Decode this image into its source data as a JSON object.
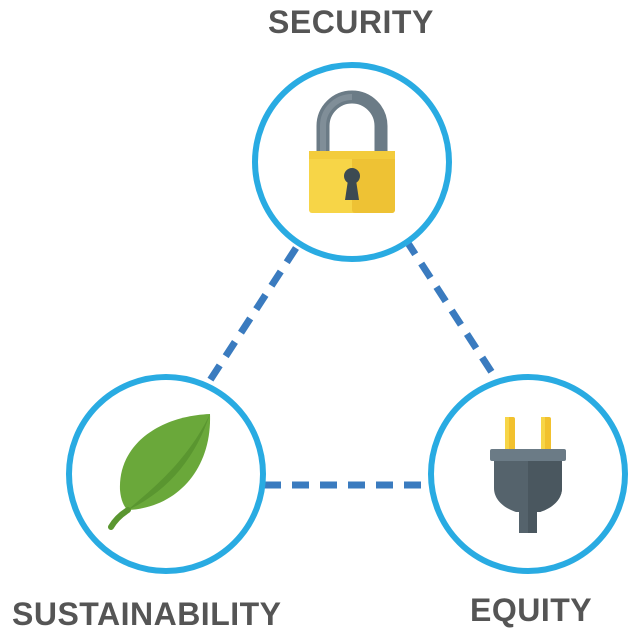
{
  "diagram": {
    "nodes": [
      {
        "id": "security",
        "label": "SECURITY",
        "icon": "padlock-icon"
      },
      {
        "id": "sustainability",
        "label": "SUSTAINABILITY",
        "icon": "leaf-icon"
      },
      {
        "id": "equity",
        "label": "EQUITY",
        "icon": "power-plug-icon"
      }
    ],
    "edges": [
      {
        "from": "security",
        "to": "sustainability",
        "style": "dashed"
      },
      {
        "from": "security",
        "to": "equity",
        "style": "dashed"
      },
      {
        "from": "sustainability",
        "to": "equity",
        "style": "dashed"
      }
    ]
  },
  "colors": {
    "circle_stroke": "#29abe2",
    "connector": "#3a7bbf",
    "label_text": "#555555",
    "lock_body": "#f7d547",
    "lock_shackle": "#6b7b86",
    "leaf": "#6aa83a",
    "plug_body": "#55636c",
    "plug_pins": "#f2c12e"
  }
}
